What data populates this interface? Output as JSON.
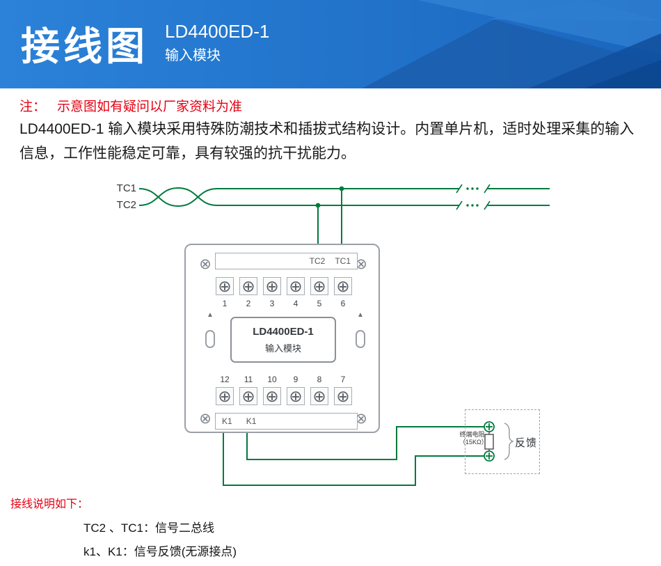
{
  "header": {
    "title": "接线图",
    "model": "LD4400ED-1",
    "subtitle": "输入模块"
  },
  "note": {
    "label": "注：",
    "text": "示意图如有疑问以厂家资料为准"
  },
  "description": "LD4400ED-1 输入模块采用特殊防潮技术和插拔式结构设计。内置单片机，适时处理采集的输入信息，工作性能稳定可靠，具有较强的抗干扰能力。",
  "diagram": {
    "bus": {
      "line1": "TC1",
      "line2": "TC2"
    },
    "module": {
      "top_labels": [
        "TC2",
        "TC1"
      ],
      "top_numbers": [
        "1",
        "2",
        "3",
        "4",
        "5",
        "6"
      ],
      "bottom_numbers": [
        "12",
        "11",
        "10",
        "9",
        "8",
        "7"
      ],
      "bottom_labels": [
        "K1",
        "K1"
      ],
      "name": "LD4400ED-1",
      "type": "输入模块"
    },
    "feedback": {
      "resistor_line1": "终端电阻",
      "resistor_line2": "（15KΩ）",
      "label": "反馈"
    },
    "colors": {
      "wire": "#007A3D",
      "header_blue": "#1f72cb",
      "accent_red": "#e60012"
    }
  },
  "icons": {
    "terminal_screw": "⊕",
    "mounting_screw": "⊗",
    "arrow_up": "▲"
  },
  "footer": {
    "heading": "接线说明如下：",
    "line1": "TC2 、TC1：信号二总线",
    "line2": "k1、K1：信号反馈(无源接点)"
  }
}
